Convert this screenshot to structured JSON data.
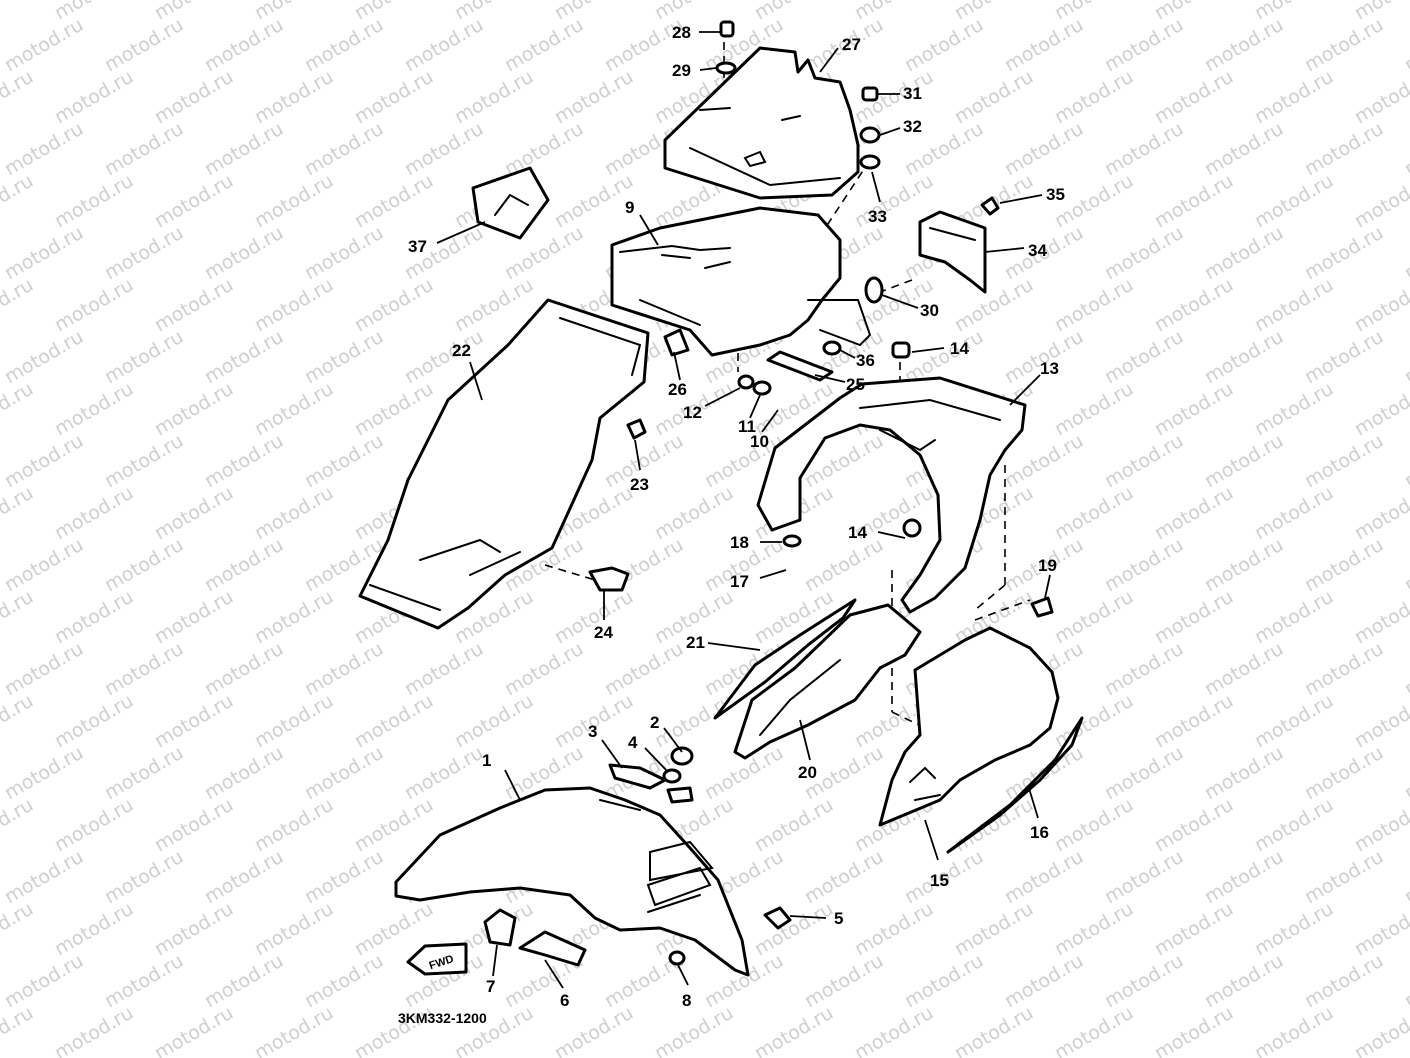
{
  "watermark": "motod.ru",
  "diagram_code": "3KM332-1200",
  "fwd_label": "FWD",
  "callouts": [
    "1",
    "2",
    "3",
    "4",
    "5",
    "6",
    "7",
    "8",
    "9",
    "10",
    "11",
    "12",
    "13",
    "14",
    "14",
    "15",
    "16",
    "17",
    "18",
    "19",
    "20",
    "21",
    "22",
    "23",
    "24",
    "25",
    "26",
    "27",
    "28",
    "29",
    "30",
    "31",
    "32",
    "33",
    "34",
    "35",
    "36",
    "37"
  ]
}
